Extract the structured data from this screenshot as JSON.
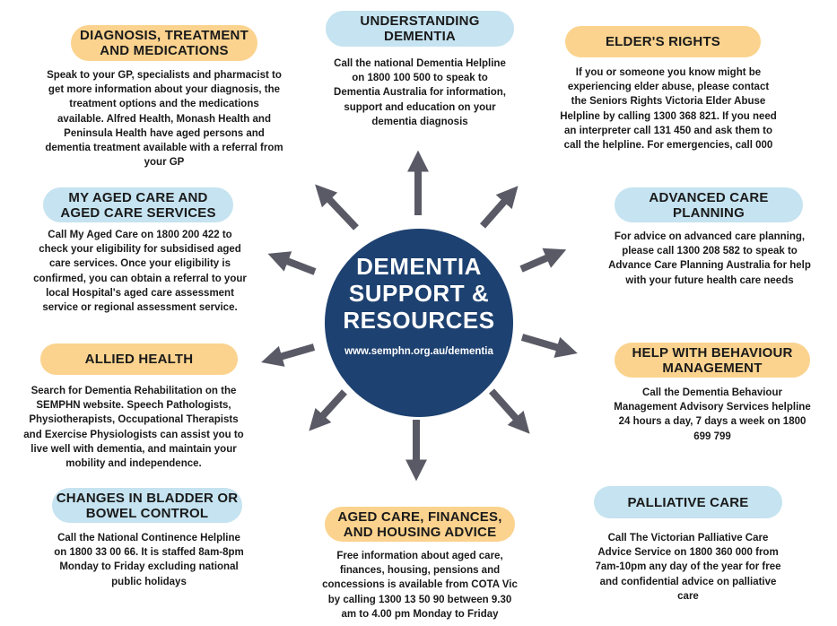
{
  "center": {
    "title_line1": "DEMENTIA",
    "title_line2": "SUPPORT &",
    "title_line3": "RESOURCES",
    "url": "www.semphn.org.au/dementia"
  },
  "colors": {
    "navy": "#1d4170",
    "orange": "#fbd38e",
    "blue": "#c5e3f0",
    "arrow": "#5a5a66"
  },
  "sections": {
    "diagnosis": {
      "title_line1": "DIAGNOSIS, TREATMENT",
      "title_line2": "AND MEDICATIONS",
      "text": "Speak to your GP, specialists and pharmacist to get more information about your diagnosis, the treatment options and the medications available. Alfred Health, Monash Health and Peninsula Health have aged persons and dementia treatment available with a referral from your GP"
    },
    "understanding": {
      "title_line1": "UNDERSTANDING",
      "title_line2": "DEMENTIA",
      "text": "Call the national Dementia Helpline on 1800 100 500 to speak to Dementia Australia for information, support and education on your dementia diagnosis"
    },
    "elder": {
      "title_line1": "ELDER'S RIGHTS",
      "text": "If you or someone you know might be experiencing elder abuse, please contact the Seniors Rights Victoria Elder Abuse Helpline by calling 1300 368 821. If you need an interpreter call 131 450 and ask them to call the helpline. For emergencies, call 000"
    },
    "my_aged_care": {
      "title_line1": "MY AGED CARE AND",
      "title_line2": "AGED CARE SERVICES",
      "text": "Call My Aged Care on 1800 200 422 to check your eligibility for subsidised aged care services. Once your eligibility is confirmed, you can obtain a referral to your local Hospital's aged care assessment service or regional assessment service."
    },
    "advanced_care": {
      "title_line1": "ADVANCED CARE",
      "title_line2": "PLANNING",
      "text": "For advice on advanced care planning, please call 1300 208 582 to speak to Advance Care Planning Australia for help with your future health care needs"
    },
    "allied": {
      "title_line1": "ALLIED HEALTH",
      "text": "Search for Dementia Rehabilitation on the SEMPHN website. Speech Pathologists, Physiotherapists, Occupational Therapists and Exercise Physiologists can assist you to live well with dementia, and maintain your mobility and independence."
    },
    "behaviour": {
      "title_line1": "HELP WITH BEHAVIOUR",
      "title_line2": "MANAGEMENT",
      "text": "Call the Dementia Behaviour Management Advisory Services helpline 24 hours a day, 7 days a week on 1800 699 799"
    },
    "bladder": {
      "title_line1": "CHANGES IN BLADDER OR",
      "title_line2": "BOWEL CONTROL",
      "text": "Call the National Continence Helpline on 1800 33 00 66. It is staffed 8am-8pm Monday to Friday excluding national public holidays"
    },
    "finances": {
      "title_line1": "AGED CARE, FINANCES,",
      "title_line2": "AND HOUSING ADVICE",
      "text": "Free information about aged care, finances, housing, pensions and concessions is available from COTA Vic by calling 1300 13 50 90 between 9.30 am to 4.00 pm Monday to Friday"
    },
    "palliative": {
      "title_line1": "PALLIATIVE CARE",
      "text": "Call The Victorian Palliative Care Advice Service on 1800 360 000 from 7am-10pm any day of the year for free and confidential advice on palliative care"
    }
  }
}
